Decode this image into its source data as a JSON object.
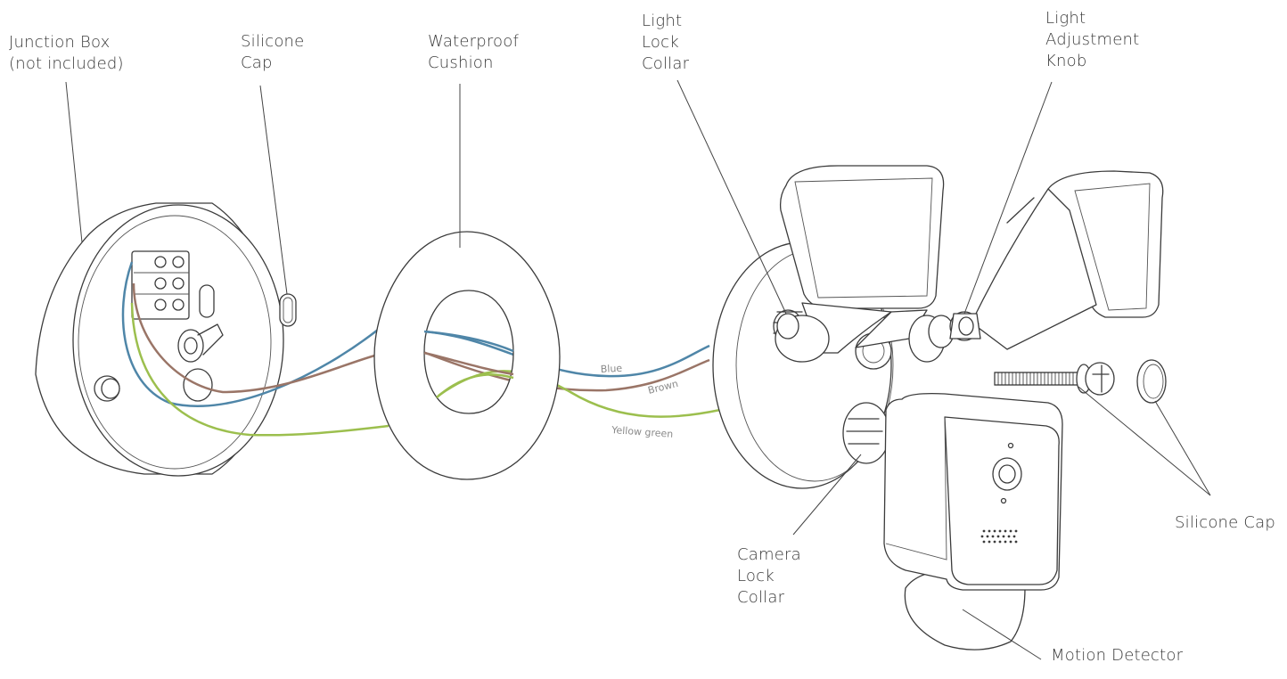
{
  "labels": {
    "junction_box": [
      "Junction Box",
      "(not included)"
    ],
    "silicone_cap_left": [
      "Silicone",
      "Cap"
    ],
    "waterproof_cushion": [
      "Waterproof",
      "Cushion"
    ],
    "light_lock_collar": [
      "Light",
      "Lock",
      "Collar"
    ],
    "light_adjustment_knob": [
      "Light",
      "Adjustment",
      "Knob"
    ],
    "silicone_cap_right": [
      "Silicone Cap"
    ],
    "camera_lock_collar": [
      "Camera",
      "Lock",
      "Collar"
    ],
    "motion_detector": [
      "Motion Detector"
    ]
  },
  "wires": {
    "blue": {
      "label": "Blue",
      "color": "#4f86a8"
    },
    "brown": {
      "label": "Brown",
      "color": "#9a7567"
    },
    "yellow_green": {
      "label": "Yellow green",
      "color": "#9cbf4e"
    }
  },
  "colors": {
    "line": "#3b3b3b",
    "text": "#3a3a3a"
  }
}
